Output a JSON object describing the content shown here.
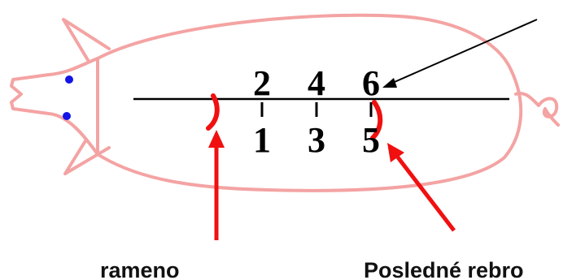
{
  "diagram": {
    "numbers_top": [
      "2",
      "4",
      "6"
    ],
    "numbers_bottom": [
      "1",
      "3",
      "5"
    ],
    "labels": {
      "shoulder": "rameno",
      "last_rib": "Posledné rebro"
    },
    "colors": {
      "outline": "#f4a3a3",
      "eyes": "#1414e6",
      "markers": "#f01010",
      "lines": "#000000"
    }
  }
}
